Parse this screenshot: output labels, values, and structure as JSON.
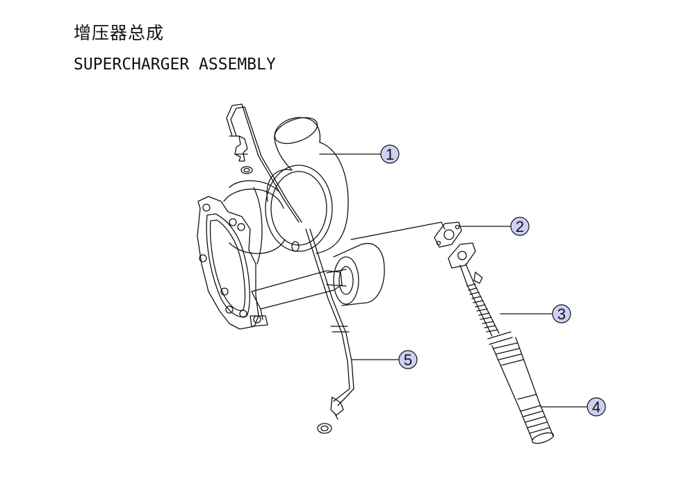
{
  "title": {
    "chinese": "增压器总成",
    "english": "SUPERCHARGER ASSEMBLY"
  },
  "callouts": [
    {
      "number": "1"
    },
    {
      "number": "2"
    },
    {
      "number": "3"
    },
    {
      "number": "4"
    },
    {
      "number": "5"
    }
  ],
  "colors": {
    "callout_fill": "#cdd0f2",
    "line": "#111111",
    "background": "#ffffff"
  }
}
